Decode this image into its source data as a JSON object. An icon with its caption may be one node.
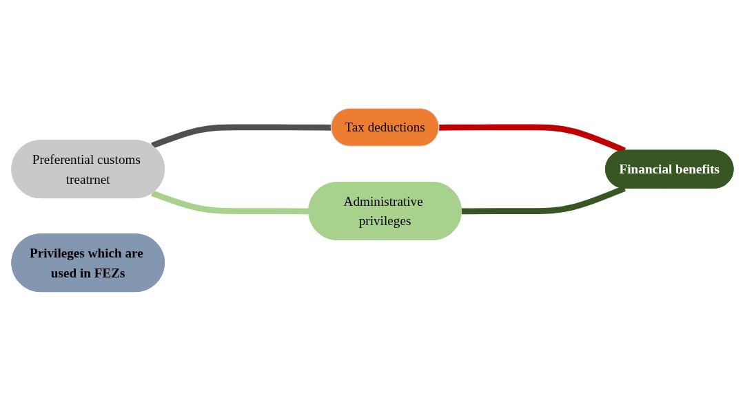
{
  "diagram": {
    "nodes": [
      {
        "text": [
          "Tax deductions"
        ]
      },
      {
        "text": [
          "Preferential customs treatrnet"
        ]
      },
      {
        "text": [
          "Privileges which are used in FEZs"
        ]
      },
      {
        "text": [
          "Financial benefits"
        ]
      },
      {
        "text": [
          "Administrative privileges"
        ]
      }
    ],
    "edges": [
      {
        "from": 1,
        "to": 0,
        "arrow": "none",
        "color": "#505050"
      },
      {
        "from": 0,
        "to": 3,
        "arrow": "none",
        "color": "#c00000"
      },
      {
        "from": 1,
        "to": 4,
        "arrow": "none",
        "color": "#a9d18e"
      },
      {
        "from": 4,
        "to": 3,
        "arrow": "none",
        "color": "#375623"
      }
    ]
  }
}
